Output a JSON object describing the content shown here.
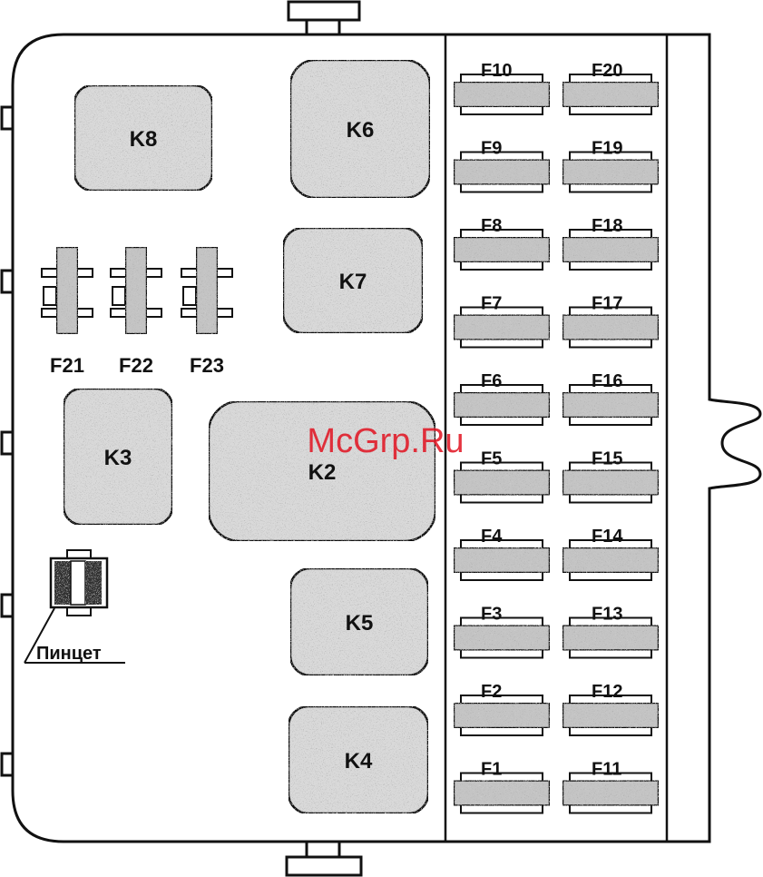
{
  "watermark": "McGrp.Ru",
  "colors": {
    "line": "#111111",
    "relay_fill": "#d9d9d9",
    "fuse_fill": "#c4c4c4",
    "watermark": "#e0101e"
  },
  "relays": [
    {
      "id": "k8",
      "label": "K8"
    },
    {
      "id": "k6",
      "label": "K6"
    },
    {
      "id": "k7",
      "label": "K7"
    },
    {
      "id": "k3",
      "label": "K3"
    },
    {
      "id": "k2",
      "label": "K2"
    },
    {
      "id": "k5",
      "label": "K5"
    },
    {
      "id": "k4",
      "label": "K4"
    }
  ],
  "fuses_left_column": [
    "F10",
    "F9",
    "F8",
    "F7",
    "F6",
    "F5",
    "F4",
    "F3",
    "F2",
    "F1"
  ],
  "fuses_right_column": [
    "F20",
    "F19",
    "F18",
    "F17",
    "F16",
    "F15",
    "F14",
    "F13",
    "F12",
    "F11"
  ],
  "spare_fuses": [
    "F21",
    "F22",
    "F23"
  ],
  "tweezers_label": "Пинцет"
}
